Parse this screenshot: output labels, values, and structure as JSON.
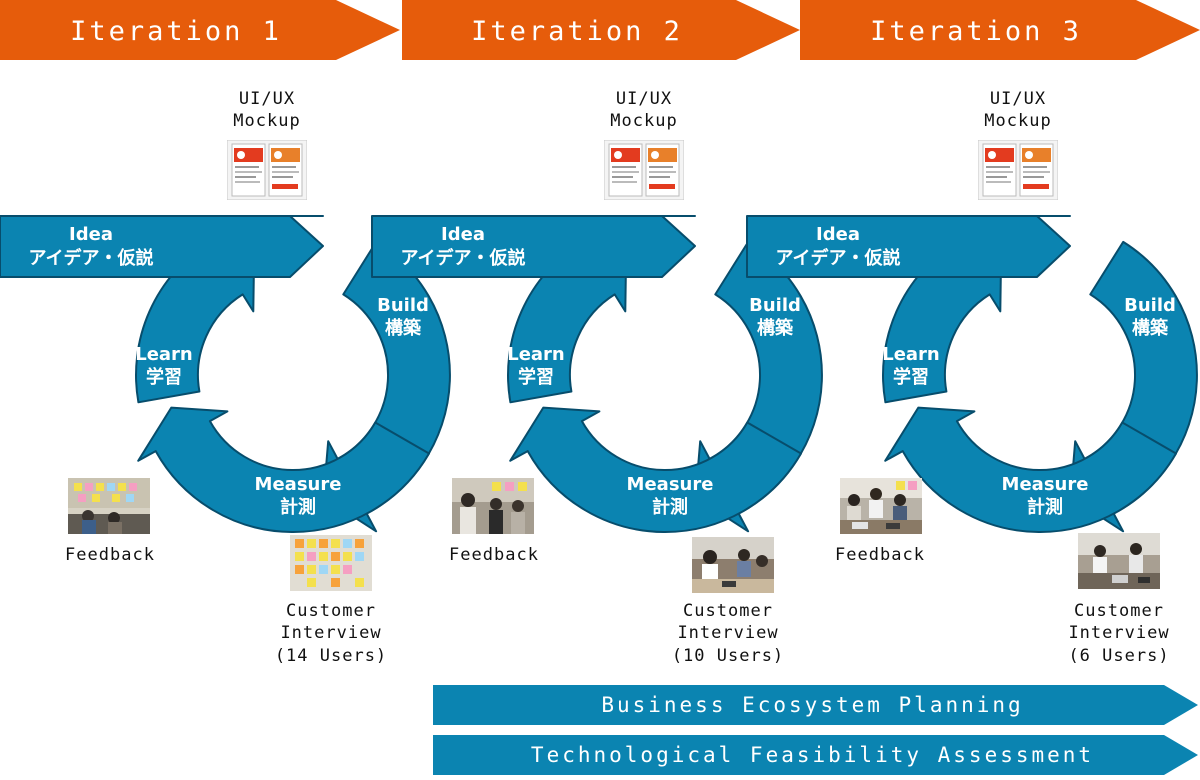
{
  "colors": {
    "iteration_arrow": "#e65c0b",
    "cycle": "#0b84b1",
    "cycle_stroke": "#074d6c",
    "bar": "#0b84b1",
    "text_dark": "#111111"
  },
  "iterations": [
    {
      "title": "Iteration 1",
      "mockup": {
        "line1": "UI/UX",
        "line2": "Mockup"
      },
      "idea": {
        "en": "Idea",
        "ja": "アイデア・仮説"
      },
      "build": {
        "en": "Build",
        "ja": "構築"
      },
      "measure": {
        "en": "Measure",
        "ja": "計測"
      },
      "learn": {
        "en": "Learn",
        "ja": "学習"
      },
      "feedback": "Feedback",
      "interview": {
        "line1": "Customer",
        "line2": "Interview",
        "line3": "(14 Users)"
      }
    },
    {
      "title": "Iteration 2",
      "mockup": {
        "line1": "UI/UX",
        "line2": "Mockup"
      },
      "idea": {
        "en": "Idea",
        "ja": "アイデア・仮説"
      },
      "build": {
        "en": "Build",
        "ja": "構築"
      },
      "measure": {
        "en": "Measure",
        "ja": "計測"
      },
      "learn": {
        "en": "Learn",
        "ja": "学習"
      },
      "feedback": "Feedback",
      "interview": {
        "line1": "Customer",
        "line2": "Interview",
        "line3": "(10 Users)"
      }
    },
    {
      "title": "Iteration 3",
      "mockup": {
        "line1": "UI/UX",
        "line2": "Mockup"
      },
      "idea": {
        "en": "Idea",
        "ja": "アイデア・仮説"
      },
      "build": {
        "en": "Build",
        "ja": "構築"
      },
      "measure": {
        "en": "Measure",
        "ja": "計測"
      },
      "learn": {
        "en": "Learn",
        "ja": "学習"
      },
      "feedback": "Feedback",
      "interview": {
        "line1": "Customer",
        "line2": "Interview",
        "line3": "(6 Users)"
      }
    }
  ],
  "bars": [
    "Business Ecosystem Planning",
    "Technological Feasibility Assessment"
  ]
}
